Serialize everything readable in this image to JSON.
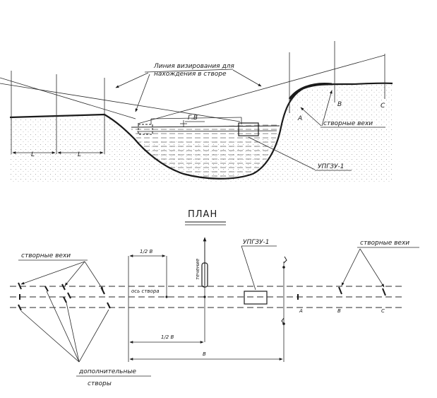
{
  "section": {
    "sight_line_label_1": "Линия визирования для",
    "sight_line_label_2": "нахождения в створе",
    "level_label": "Г.В",
    "length_left": "L",
    "length_right": "L",
    "point_a": "A",
    "point_b": "B",
    "point_c": "C",
    "range_poles_label": "створные вехи",
    "instrument_label": "УПГЗУ-1"
  },
  "plan": {
    "title": "ПЛАН",
    "range_poles_left_label": "створные вехи",
    "range_poles_right_label": "створные вехи",
    "half_b_label": "1/2 В",
    "half_b_bottom_label": "1/2 В",
    "b_label": "В",
    "axis_label": "ось створа",
    "flow_label": "течение",
    "instrument_label": "УПГЗУ-1",
    "point_a": "A",
    "point_b": "B",
    "point_c": "C",
    "additional_label_1": "дополнительные",
    "additional_label_2": "створы"
  },
  "colors": {
    "ink": "#1a1a1a",
    "paper": "#ffffff",
    "stipple": "#9a9a9a"
  }
}
